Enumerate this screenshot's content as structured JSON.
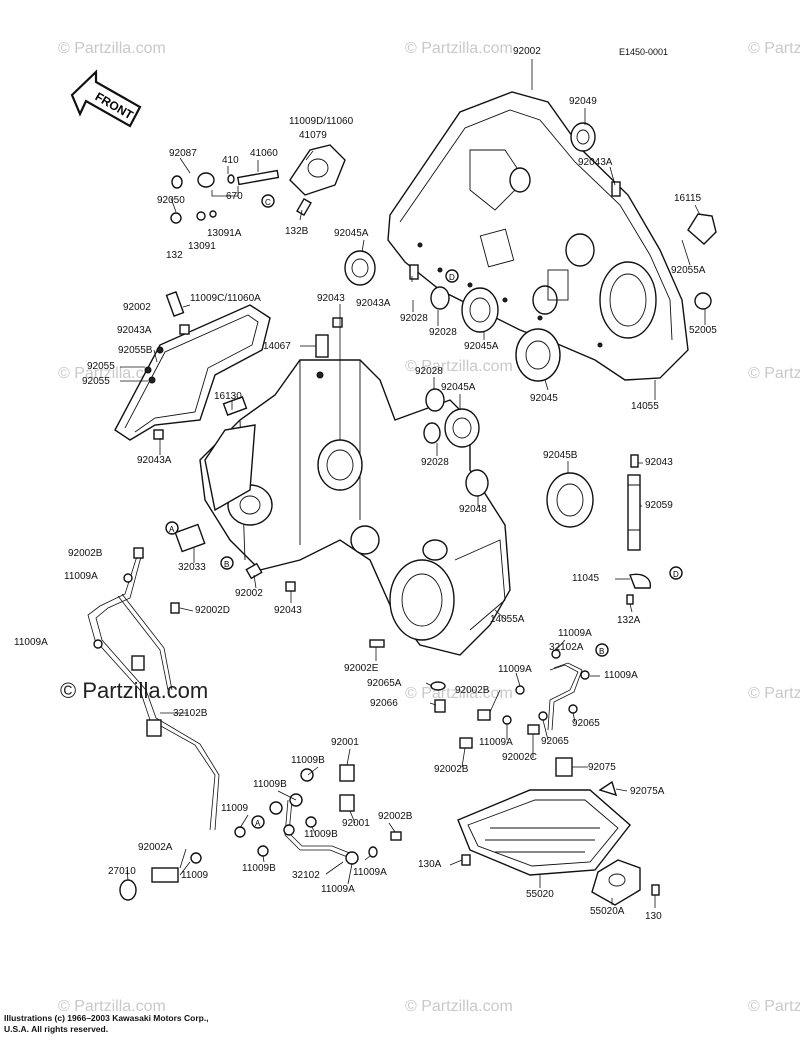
{
  "diagram_code": "E1450-0001",
  "front_label": "FRONT",
  "watermark": "© Partzilla.com",
  "watermark_main": "© Partzilla.com",
  "credit": "Illustrations (c) 1966–2003 Kawasaki Motors Corp., U.S.A.  All rights reserved.",
  "labels": [
    {
      "id": "l1",
      "text": "92002"
    },
    {
      "id": "l2",
      "text": "92049"
    },
    {
      "id": "l3",
      "text": "92043A"
    },
    {
      "id": "l4",
      "text": "16115"
    },
    {
      "id": "l5",
      "text": "92055A"
    },
    {
      "id": "l6",
      "text": "52005"
    },
    {
      "id": "l7",
      "text": "14055"
    },
    {
      "id": "l8",
      "text": "92045"
    },
    {
      "id": "l9",
      "text": "92045A"
    },
    {
      "id": "l10",
      "text": "92043A"
    },
    {
      "id": "l11",
      "text": "92028"
    },
    {
      "id": "l12",
      "text": "92028"
    },
    {
      "id": "l13",
      "text": "92045A"
    },
    {
      "id": "l14",
      "text": "11009D/11060"
    },
    {
      "id": "l15",
      "text": "41079"
    },
    {
      "id": "l16",
      "text": "92087"
    },
    {
      "id": "l17",
      "text": "410"
    },
    {
      "id": "l18",
      "text": "41060"
    },
    {
      "id": "l19",
      "text": "670"
    },
    {
      "id": "l20",
      "text": "92050"
    },
    {
      "id": "l21",
      "text": "13091A"
    },
    {
      "id": "l22",
      "text": "132B"
    },
    {
      "id": "l23",
      "text": "132"
    },
    {
      "id": "l24",
      "text": "13091"
    },
    {
      "id": "l25",
      "text": "92002"
    },
    {
      "id": "l26",
      "text": "11009C/11060A"
    },
    {
      "id": "l27",
      "text": "92043"
    },
    {
      "id": "l28",
      "text": "92043A"
    },
    {
      "id": "l29",
      "text": "14067"
    },
    {
      "id": "l30",
      "text": "92055B"
    },
    {
      "id": "l31",
      "text": "92055"
    },
    {
      "id": "l32",
      "text": "92055"
    },
    {
      "id": "l33",
      "text": "16130"
    },
    {
      "id": "l34",
      "text": "92043A"
    },
    {
      "id": "l35",
      "text": "92028"
    },
    {
      "id": "l36",
      "text": "92045A"
    },
    {
      "id": "l37",
      "text": "92028"
    },
    {
      "id": "l38",
      "text": "92048"
    },
    {
      "id": "l39",
      "text": "92045B"
    },
    {
      "id": "l40",
      "text": "92043"
    },
    {
      "id": "l41",
      "text": "92059"
    },
    {
      "id": "l42",
      "text": "11045"
    },
    {
      "id": "l43",
      "text": "132A"
    },
    {
      "id": "l44",
      "text": "92002B"
    },
    {
      "id": "l45",
      "text": "11009A"
    },
    {
      "id": "l46",
      "text": "32033"
    },
    {
      "id": "l47",
      "text": "92002"
    },
    {
      "id": "l48",
      "text": "92043"
    },
    {
      "id": "l49",
      "text": "92002D"
    },
    {
      "id": "l50",
      "text": "14055A"
    },
    {
      "id": "l51",
      "text": "11009A"
    },
    {
      "id": "l52",
      "text": "11009A"
    },
    {
      "id": "l53",
      "text": "32102A"
    },
    {
      "id": "l54",
      "text": "11009A"
    },
    {
      "id": "l55",
      "text": "92002E"
    },
    {
      "id": "l56",
      "text": "92065A"
    },
    {
      "id": "l57",
      "text": "11009A"
    },
    {
      "id": "l58",
      "text": "92002B"
    },
    {
      "id": "l59",
      "text": "92066"
    },
    {
      "id": "l60",
      "text": "32102B"
    },
    {
      "id": "l61",
      "text": "92065"
    },
    {
      "id": "l62",
      "text": "11009A"
    },
    {
      "id": "l63",
      "text": "92065"
    },
    {
      "id": "l64",
      "text": "92001"
    },
    {
      "id": "l65",
      "text": "11009B"
    },
    {
      "id": "l66",
      "text": "11009B"
    },
    {
      "id": "l67",
      "text": "92002B"
    },
    {
      "id": "l68",
      "text": "92002C"
    },
    {
      "id": "l69",
      "text": "92075"
    },
    {
      "id": "l70",
      "text": "11009"
    },
    {
      "id": "l71",
      "text": "92001"
    },
    {
      "id": "l72",
      "text": "92002B"
    },
    {
      "id": "l73",
      "text": "92075A"
    },
    {
      "id": "l74",
      "text": "11009B"
    },
    {
      "id": "l75",
      "text": "92002A"
    },
    {
      "id": "l76",
      "text": "11009B"
    },
    {
      "id": "l77",
      "text": "27010"
    },
    {
      "id": "l78",
      "text": "11009"
    },
    {
      "id": "l79",
      "text": "32102"
    },
    {
      "id": "l80",
      "text": "11009A"
    },
    {
      "id": "l81",
      "text": "130A"
    },
    {
      "id": "l82",
      "text": "11009A"
    },
    {
      "id": "l83",
      "text": "55020"
    },
    {
      "id": "l84",
      "text": "55020A"
    },
    {
      "id": "l85",
      "text": "130"
    }
  ],
  "callouts": [
    {
      "id": "c1",
      "text": "C"
    },
    {
      "id": "c2",
      "text": "D"
    },
    {
      "id": "c3",
      "text": "A"
    },
    {
      "id": "c4",
      "text": "B"
    },
    {
      "id": "c5",
      "text": "D"
    },
    {
      "id": "c6",
      "text": "B"
    },
    {
      "id": "c7",
      "text": "A"
    }
  ]
}
